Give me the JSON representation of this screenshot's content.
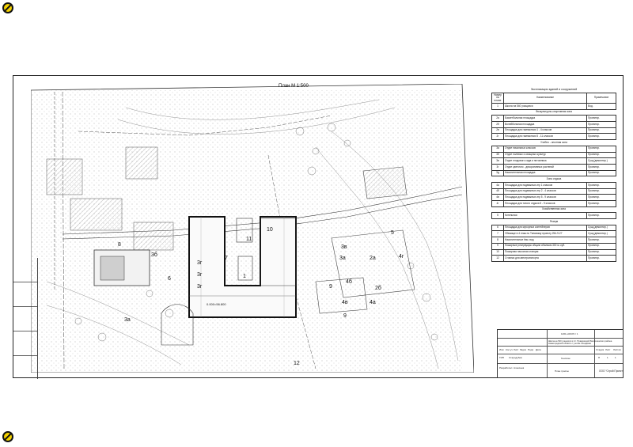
{
  "page": {
    "icon": "no-entry-icon"
  },
  "plan": {
    "title": "План М 1:500",
    "labels": [
      "3б",
      "3г",
      "3г",
      "3г",
      "6",
      "8",
      "3а",
      "11",
      "10",
      "3в",
      "9",
      "9",
      "5",
      "3а",
      "2а",
      "4г",
      "4б",
      "4в",
      "4а",
      "2б",
      "1",
      "7",
      "12"
    ],
    "elevation": "0.000=56.800"
  },
  "explication": {
    "title": "Экспликация зданий и сооружений",
    "headers": [
      "Номер на плане",
      "Наименование",
      "Примечание"
    ],
    "rows": [
      {
        "n": "1",
        "name": "Школа на 540 учащихся",
        "note": "Вод."
      },
      {
        "zone": "Физкультурно-спортивная зона"
      },
      {
        "n": "2а",
        "name": "Баскетбольная площадка",
        "note": "Проектир."
      },
      {
        "n": "2б",
        "name": "Волейбольная площадка",
        "note": "Проектир."
      },
      {
        "n": "2в",
        "name": "Площадка для гимнастики 1 - 4 классов",
        "note": "Проектир."
      },
      {
        "n": "2г",
        "name": "Площадка для гимнастики 5 - 11 классов",
        "note": "Проектир."
      },
      {
        "zone": "Учебно - опытная зона"
      },
      {
        "n": "3а",
        "name": "Отдел начальных классов",
        "note": "Проектир."
      },
      {
        "n": "3б",
        "name": "Отдел полевых и овощных культур",
        "note": "Проектир."
      },
      {
        "n": "3в",
        "name": "Отдел плодового сада и питомника",
        "note": "Сущ.(демонтир.)"
      },
      {
        "n": "3г",
        "name": "Отдел цветочно - декоративных растений",
        "note": "Проектир."
      },
      {
        "n": "3д",
        "name": "Накопительная площадка",
        "note": "Проектир."
      },
      {
        "zone": "Зона отдыха"
      },
      {
        "n": "4а",
        "name": "Площадка для подвижных игр 1 классов",
        "note": "Проектир."
      },
      {
        "n": "4б",
        "name": "Площадка для подвижных игр 2 - 4 классов",
        "note": "Проектир."
      },
      {
        "n": "4в",
        "name": "Площадка для подвижных игр 5 - 9 классов",
        "note": "Проектир."
      },
      {
        "n": "4г",
        "name": "Площадка для тихого отдыха 5 - 9 классов",
        "note": "Проектир."
      },
      {
        "zone": "Хозяйственная зона"
      },
      {
        "n": "5",
        "name": "Котельная",
        "note": "Проектир."
      },
      {
        "zone": "Резерв"
      },
      {
        "n": "6",
        "name": "Площадка для мусорных контейнеров",
        "note": "Сущ.(демонтир.)"
      },
      {
        "n": "7",
        "name": "Убежище в 4 этаж по Типовому проекту 254-9-27",
        "note": "Сущ.(демонтир.)"
      },
      {
        "n": "8",
        "name": "Накопительные ёмк. вод",
        "note": "Проектир."
      },
      {
        "n": "9",
        "name": "Пожарные резервуары общим объемом 300 м. куб.",
        "note": "Проектир."
      },
      {
        "n": "10",
        "name": "Пожарная насосная станция",
        "note": "Проектир."
      },
      {
        "n": "12",
        "name": "Стоянка для автотранспорта",
        "note": "Проектир."
      }
    ]
  },
  "stamp": {
    "code": "1261-НОСЮ / 1",
    "object": "Школа на 540 учащихся в пгт. Правдинский Балахнинского района Нижегородской области с учетом специфики",
    "row_labels": [
      "Изм",
      "Кол.уч",
      "Лист",
      "№док",
      "Подп.",
      "Дата"
    ],
    "gip": "ГИП",
    "gip_name": "Стародубов",
    "developer": "Разработал",
    "developer_name": "Алексеев",
    "stage_header": [
      "Стадия",
      "Лист",
      "Листов"
    ],
    "stage": [
      "П",
      "1",
      "1"
    ],
    "sheet_name": "Генплан",
    "sheet_desc": "План трассы",
    "company": "ООО \"Строй Проект\""
  }
}
